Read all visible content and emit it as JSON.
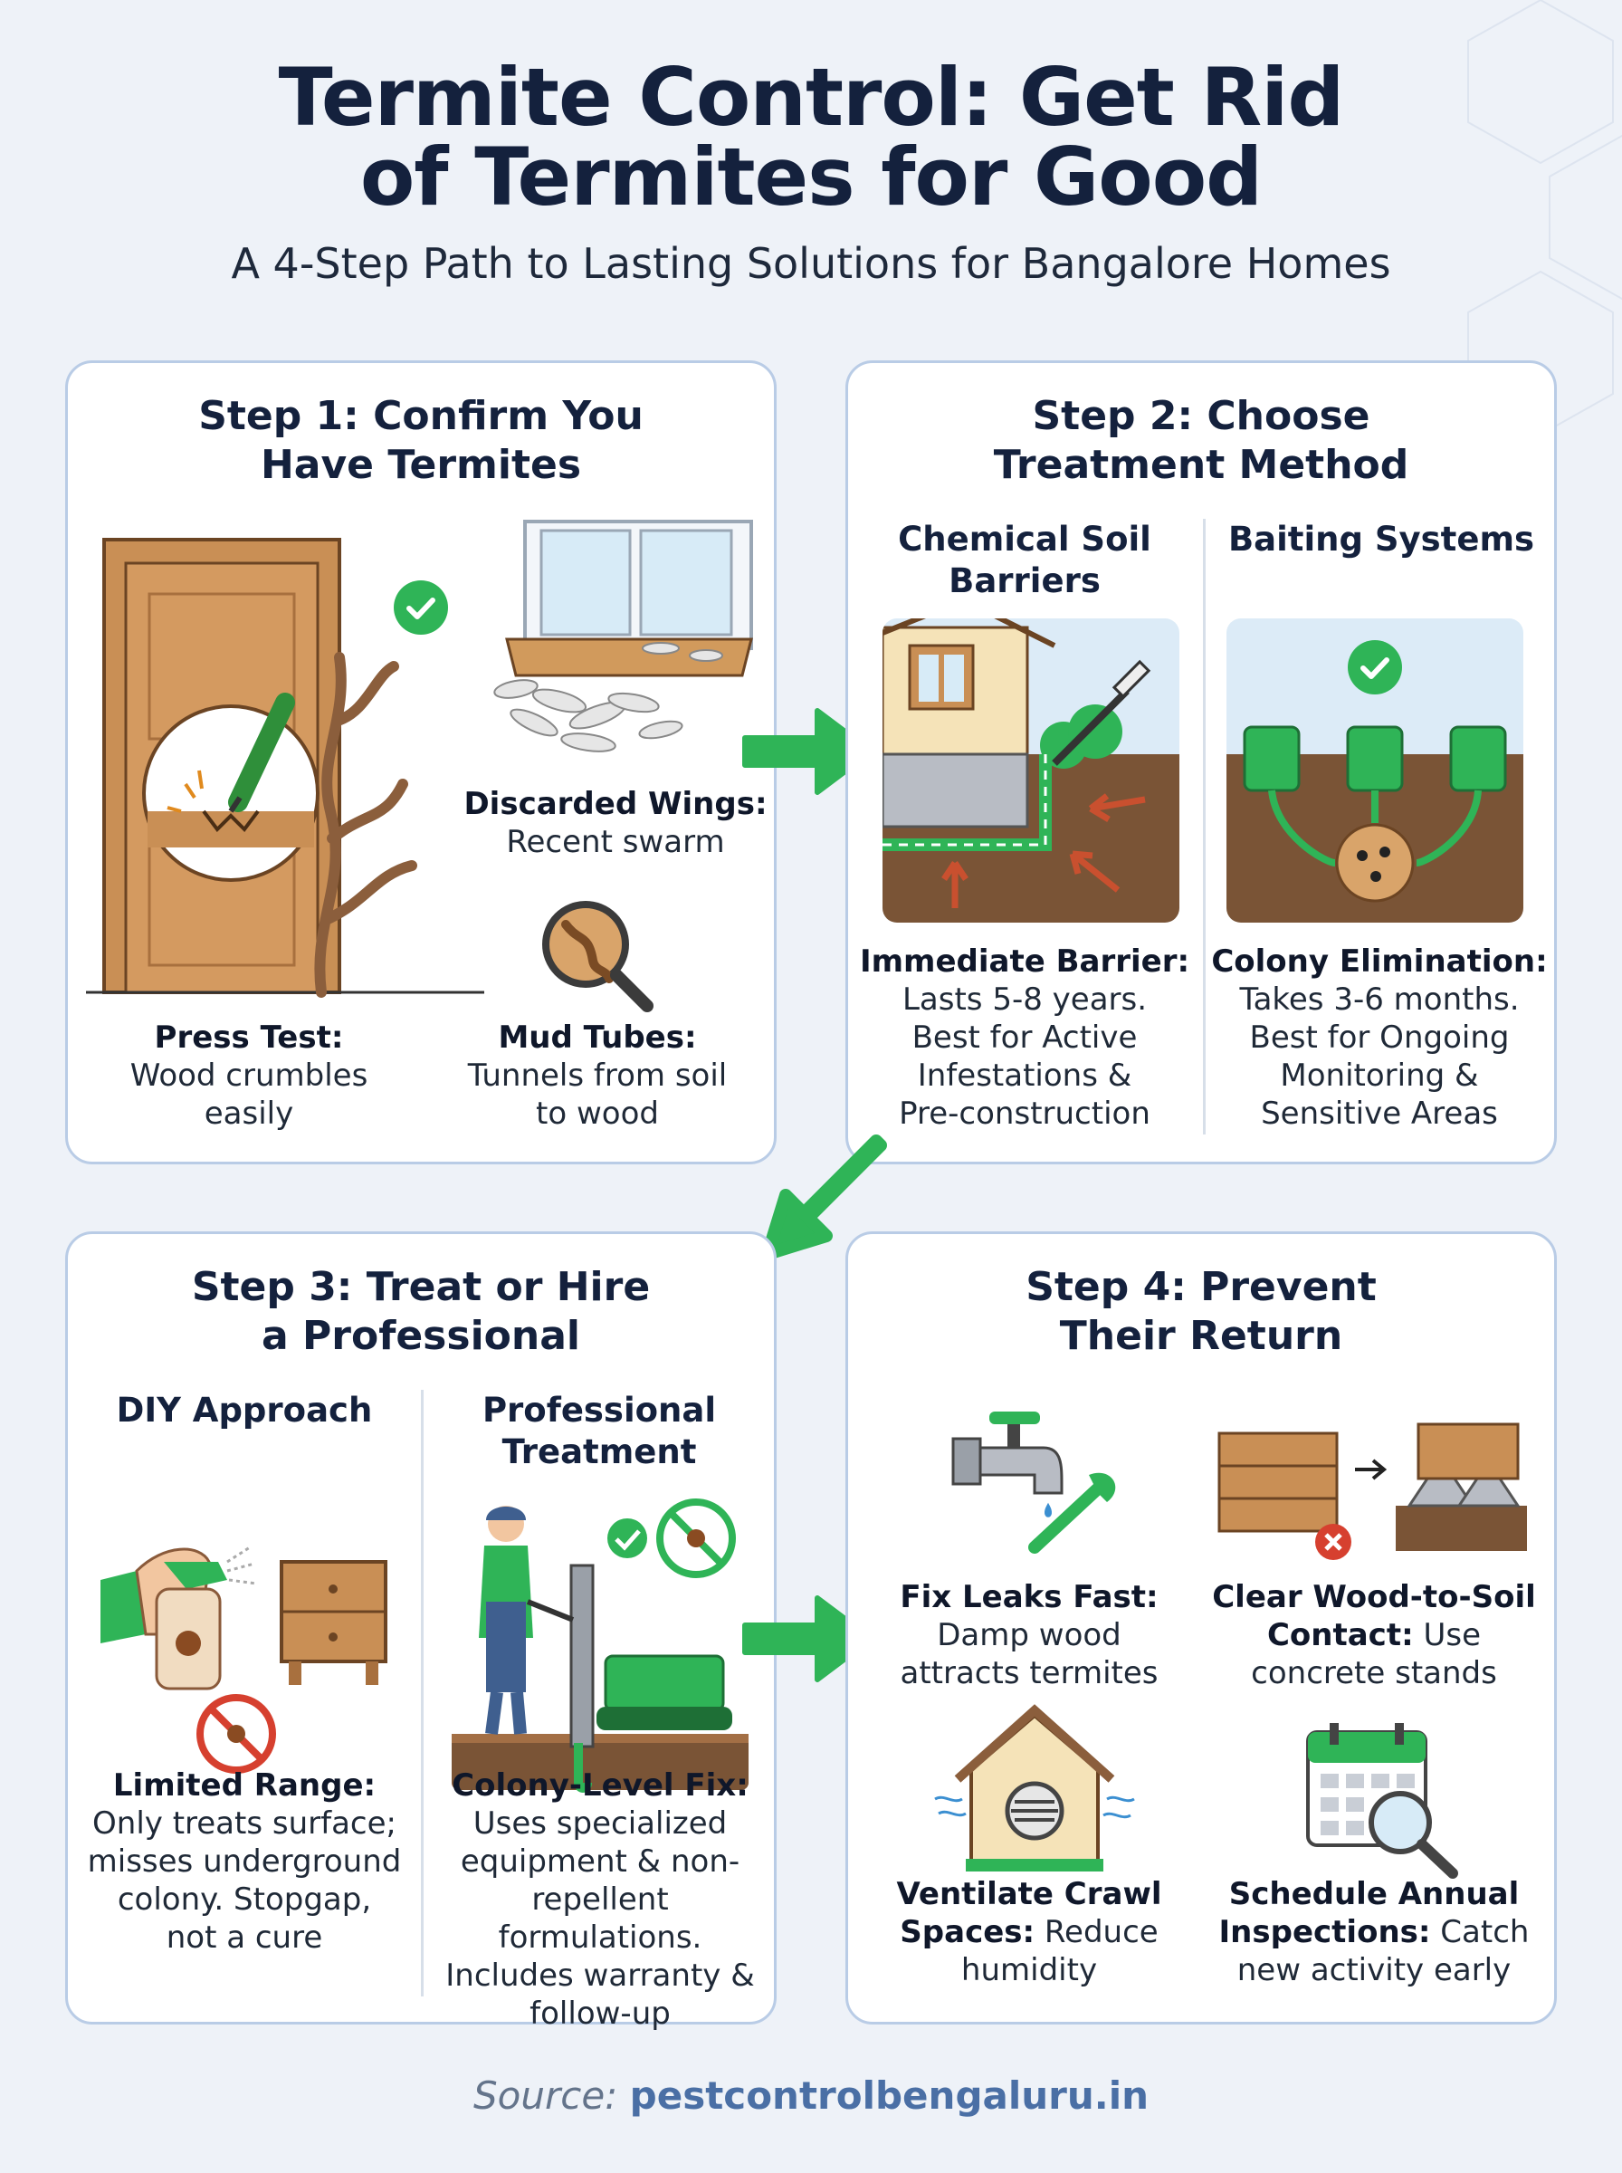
{
  "header": {
    "title_line1": "Termite Control: Get Rid",
    "title_line2": "of Termites for Good",
    "subtitle": "A 4-Step Path to Lasting Solutions for Bangalore Homes"
  },
  "step1": {
    "title_line1": "Step 1: Confirm You",
    "title_line2": "Have Termites",
    "press_test": {
      "label": "Press Test:",
      "text_line1": "Wood crumbles",
      "text_line2": "easily"
    },
    "wings": {
      "label": "Discarded Wings:",
      "text": "Recent swarm"
    },
    "mud_tubes": {
      "label": "Mud Tubes:",
      "text_line1": "Tunnels from soil",
      "text_line2": "to wood"
    }
  },
  "step2": {
    "title_line1": "Step 2: Choose",
    "title_line2": "Treatment Method",
    "col1_head_line1": "Chemical Soil",
    "col1_head_line2": "Barriers",
    "col2_head": "Baiting Systems",
    "col1": {
      "label": "Immediate Barrier:",
      "l1": "Lasts 5-8 years.",
      "l2": "Best for Active",
      "l3": "Infestations &",
      "l4": "Pre-construction"
    },
    "col2": {
      "label": "Colony Elimination:",
      "l1": "Takes 3-6 months.",
      "l2": "Best for Ongoing",
      "l3": "Monitoring &",
      "l4": "Sensitive Areas"
    }
  },
  "step3": {
    "title_line1": "Step 3: Treat or Hire",
    "title_line2": "a Professional",
    "col1_head": "DIY Approach",
    "col2_head_line1": "Professional",
    "col2_head_line2": "Treatment",
    "col1": {
      "label": "Limited Range:",
      "l1": "Only treats surface;",
      "l2": "misses underground",
      "l3": "colony. Stopgap,",
      "l4": "not a cure"
    },
    "col2": {
      "label": "Colony-Level Fix:",
      "l1": "Uses specialized",
      "l2": "equipment & non-",
      "l3": "repellent formulations.",
      "l4": "Includes warranty &",
      "l5": "follow-up"
    }
  },
  "step4": {
    "title_line1": "Step 4: Prevent",
    "title_line2": "Their Return",
    "leaks": {
      "label": "Fix Leaks Fast:",
      "l1": "Damp wood",
      "l2": "attracts termites"
    },
    "wood": {
      "label": "Clear Wood-to-Soil",
      "label2": "Contact:",
      "l1_rest": " Use",
      "l2": "concrete stands"
    },
    "vent": {
      "label": "Ventilate Crawl",
      "label2": "Spaces:",
      "l1_rest": " Reduce",
      "l2": "humidity"
    },
    "inspect": {
      "label": "Schedule Annual",
      "label2": "Inspections:",
      "l1_rest": " Catch",
      "l2": "new activity early"
    }
  },
  "footer": {
    "source_label": "Source:",
    "source_link": "pestcontrolbengaluru.in"
  },
  "colors": {
    "accent_green": "#2fb457",
    "navy": "#14213d",
    "card_border": "#b9cce6",
    "soil": "#7a5436",
    "wood": "#c98f55"
  }
}
